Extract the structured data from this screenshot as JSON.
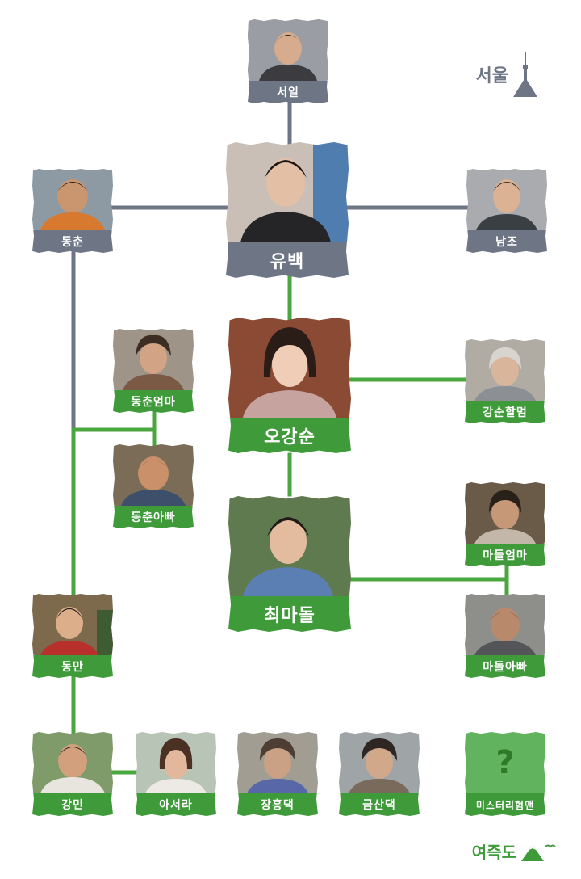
{
  "colors": {
    "seoul": "#6e7585",
    "yeojudo": "#3f9a3a",
    "seoul_line": "#6e7585",
    "yeojudo_line": "#4aa63f"
  },
  "regions": {
    "seoul": "서울",
    "yeojudo": "여즉도"
  },
  "icons": {
    "seoul": "namsan-tower-icon",
    "yeojudo": "mountain-bird-icon",
    "mystery": "question-mark-icon"
  },
  "characters": {
    "seoil": "서일",
    "dongchun": "동춘",
    "yubaek": "유백",
    "namjo": "남조",
    "dongchun_mom": "동춘엄마",
    "ohgangsun": "오강순",
    "gangsun_grandma": "강순할멈",
    "dongchun_dad": "동춘아빠",
    "choemadol": "최마돌",
    "madol_mom": "마돌엄마",
    "dongman": "동만",
    "madol_dad": "마돌아빠",
    "gangmin": "강민",
    "aseora": "아서라",
    "janghongdae": "장흥댁",
    "geumsandae": "금산댁",
    "mystery_man": "미스터리혐맨",
    "mystery_mark": "?"
  }
}
